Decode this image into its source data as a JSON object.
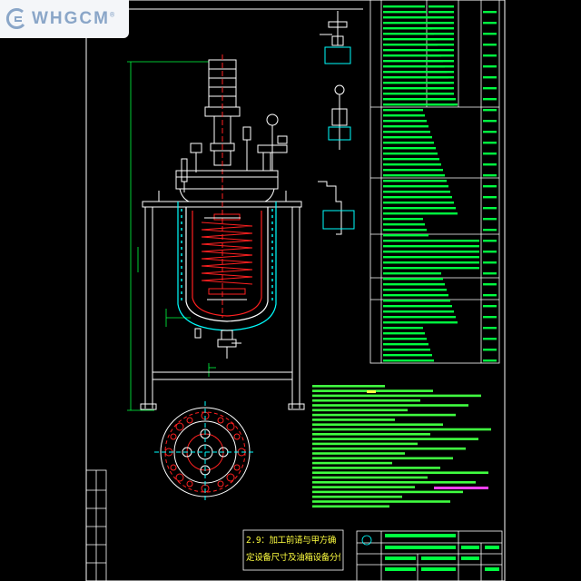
{
  "logo": {
    "text": "WHGCM",
    "registered_mark": "®"
  },
  "notes": {
    "line1": "2.9：加工前请与甲方确",
    "line2": "定设备尺寸及油箱设备分件"
  },
  "colors": {
    "background": "#000000",
    "line_white": "#ffffff",
    "table_green": "#00ff40",
    "frame_cyan": "#00ffff",
    "vessel_red": "#ff2020",
    "text_yellow": "#ffff40",
    "text_green": "#40ff40",
    "accent_magenta": "#ff40ff"
  }
}
